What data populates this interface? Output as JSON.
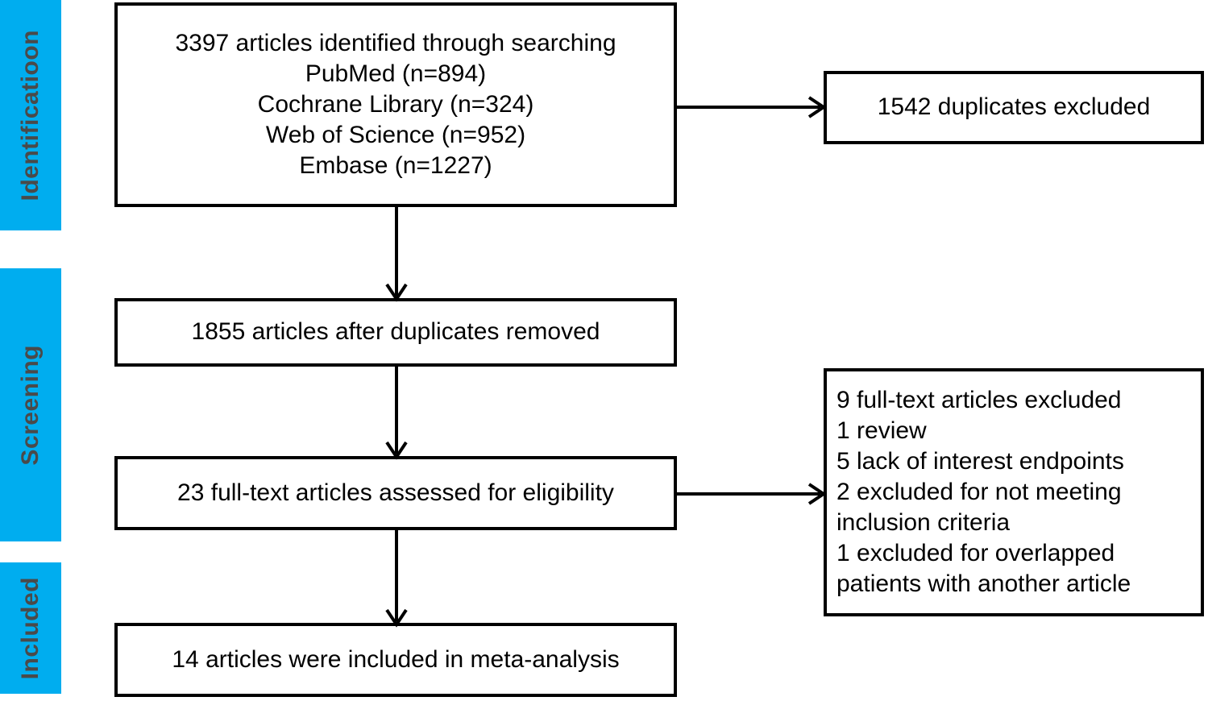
{
  "diagram": {
    "title": "PRISMA study selection flow diagram",
    "accent_color": "#00ADEF",
    "line_color": "#000000",
    "background_color": "#FFFFFF"
  },
  "stages": [
    {
      "id": "identification",
      "label": "Identificatioon"
    },
    {
      "id": "screening",
      "label": "Screening"
    },
    {
      "id": "included",
      "label": "Included"
    }
  ],
  "boxes": {
    "identified": {
      "id": "records-identified",
      "text": "3397 articles identified through searching\nPubMed (n=894)\nCochrane Library (n=324)\nWeb of Science (n=952)\nEmbase (n=1227)"
    },
    "duplicates_excluded": {
      "id": "duplicates-excluded",
      "text": "1542 duplicates excluded"
    },
    "after_duplicates": {
      "id": "records-after-duplicates",
      "text": "1855 articles after duplicates removed"
    },
    "full_text_assessed": {
      "id": "full-text-assessed",
      "text": "23 full-text articles assessed for eligibility"
    },
    "full_text_excluded": {
      "id": "full-text-excluded",
      "text": "    9 full-text articles excluded\n        1 review\n        5 lack of interest endpoints\n        2 excluded for not meeting\ninclusion criteria\n        1 excluded for overlapped\npatients with another article"
    },
    "included_in_meta": {
      "id": "included-in-meta-analysis",
      "text": "14 articles were included in meta-analysis"
    }
  },
  "connectors": [
    {
      "id": "identified-to-duplicates",
      "type": "arrow-right"
    },
    {
      "id": "identified-to-after-duplicates",
      "type": "arrow-down"
    },
    {
      "id": "after-duplicates-to-full-text",
      "type": "arrow-down"
    },
    {
      "id": "full-text-to-excluded",
      "type": "arrow-right"
    },
    {
      "id": "full-text-to-included",
      "type": "arrow-down"
    }
  ]
}
